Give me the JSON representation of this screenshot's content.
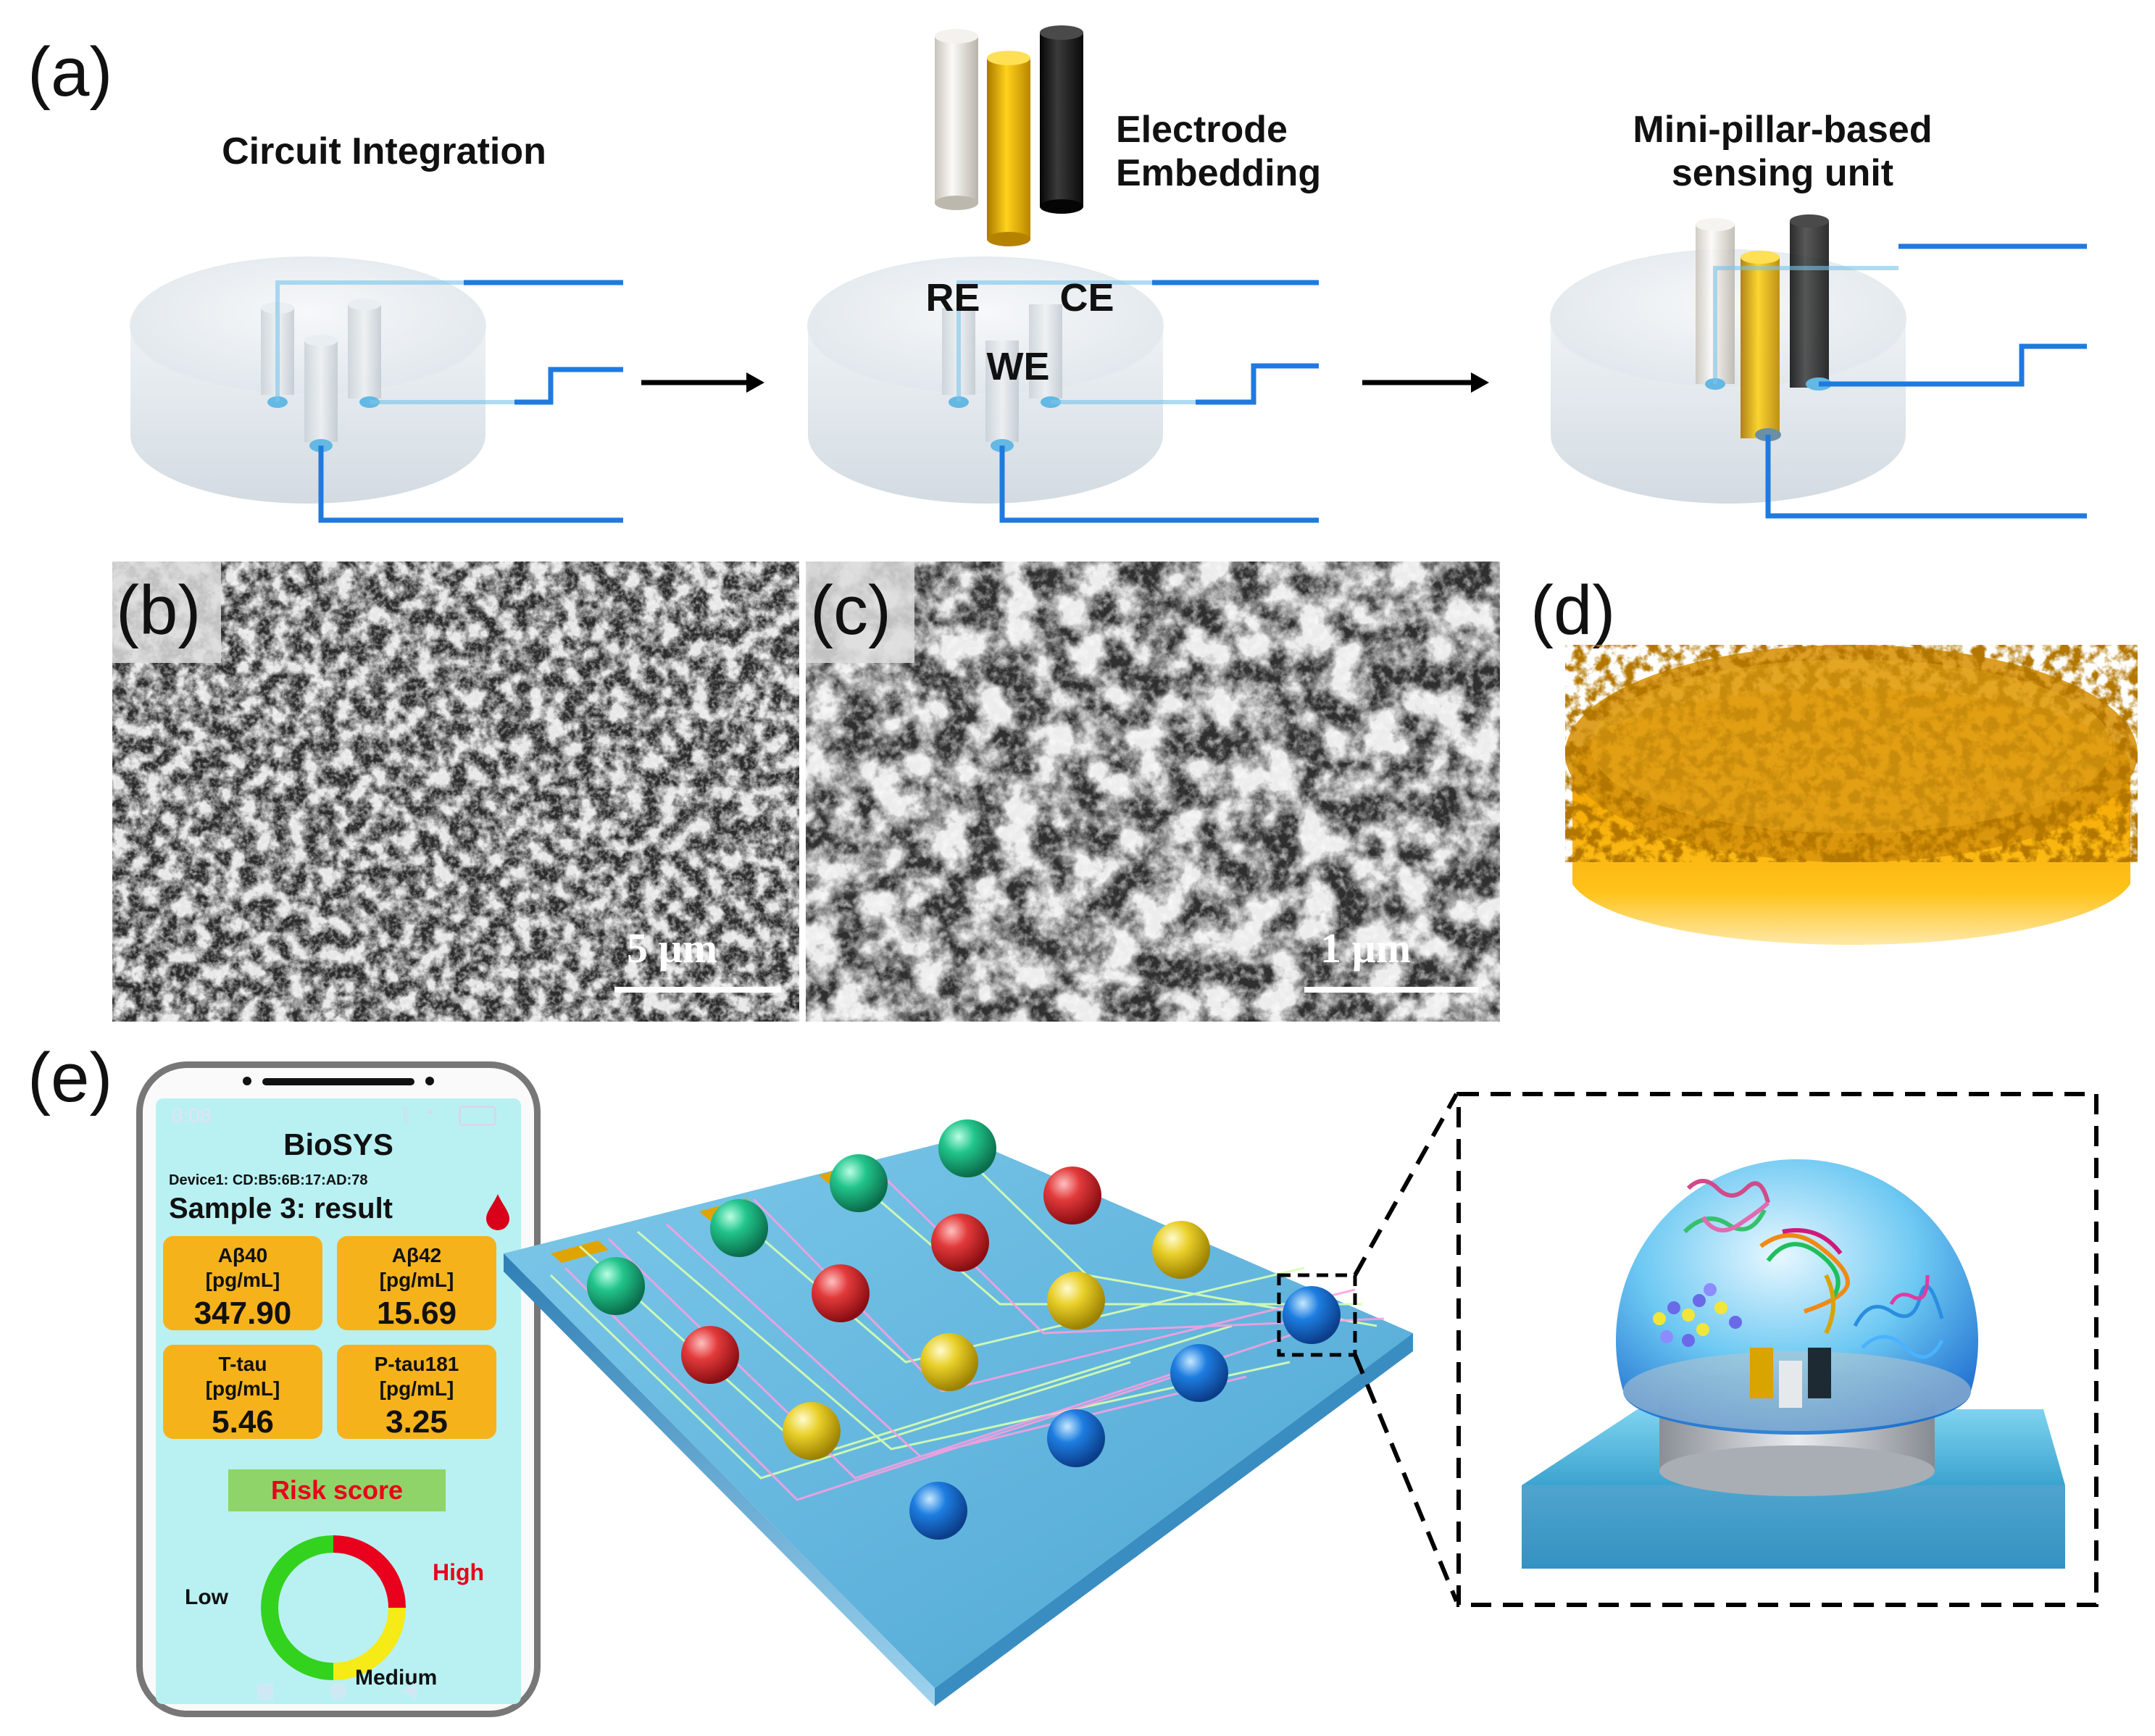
{
  "panels": {
    "a": "(a)",
    "b": "(b)",
    "c": "(c)",
    "d": "(d)",
    "e": "(e)"
  },
  "panel_a": {
    "step1_title": "Circuit Integration",
    "step2_title_line1": "Electrode",
    "step2_title_line2": "Embedding",
    "step3_title_line1": "Mini-pillar-based",
    "step3_title_line2": "sensing unit",
    "electrode_labels": {
      "re": "RE",
      "ce": "CE",
      "we": "WE"
    }
  },
  "panel_b": {
    "scale_label": "5 µm"
  },
  "panel_c": {
    "scale_label": "1 µm"
  },
  "phone": {
    "time": "8:08",
    "app_title": "BioSYS",
    "device": "Device1: CD:B5:6B:17:AD:78",
    "sample": "Sample 3: result",
    "tiles": [
      {
        "name": "Aβ40",
        "unit": "[pg/mL]",
        "value": "347.90"
      },
      {
        "name": "Aβ42",
        "unit": "[pg/mL]",
        "value": "15.69"
      },
      {
        "name": "T-tau",
        "unit": "[pg/mL]",
        "value": "5.46"
      },
      {
        "name": "P-tau181",
        "unit": "[pg/mL]",
        "value": "3.25"
      }
    ],
    "risk_button": "Risk score",
    "gauge": {
      "low": "Low",
      "high": "High",
      "medium": "Medium"
    },
    "colors": {
      "screen": "#b9f1f3",
      "tile": "#f6b21b",
      "risk_bg": "#8fd468",
      "risk_text": "#e8001c"
    }
  }
}
